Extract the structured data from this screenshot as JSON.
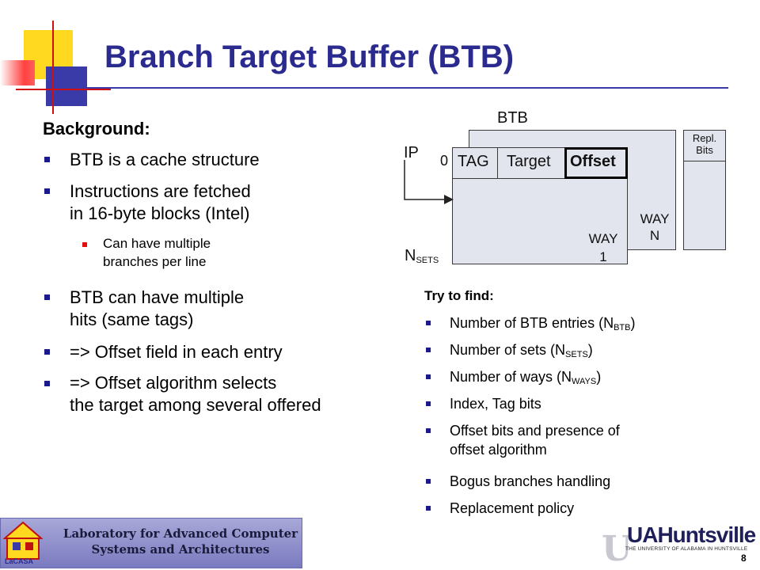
{
  "slide": {
    "title": "Branch Target Buffer (BTB)",
    "page_number": "8"
  },
  "left": {
    "heading": "Background:",
    "bullets": [
      [
        "BTB is a cache structure"
      ],
      [
        "Instructions are fetched",
        "in 16-byte blocks (Intel)"
      ],
      [
        "BTB can have multiple",
        "hits (same tags)"
      ],
      [
        "=> Offset field in each entry"
      ],
      [
        "=> Offset algorithm selects",
        "the target among several offered"
      ]
    ],
    "sub_bullet": [
      "Can have multiple",
      "branches per line"
    ]
  },
  "diagram": {
    "btb_label": "BTB",
    "ip_label": "IP",
    "row_index": "0",
    "fields": [
      "TAG",
      "Target",
      "Offset"
    ],
    "nsets_main": "N",
    "nsets_sub": "SETS",
    "way_label": "WAY",
    "way1_num": "1",
    "wayn_num": "N",
    "repl_line1": "Repl.",
    "repl_line2": "Bits"
  },
  "right": {
    "heading": "Try to find:",
    "items": [
      {
        "pre": "Number of BTB entries (N",
        "sub": "BTB",
        "post": ")"
      },
      {
        "pre": "Number of sets (N",
        "sub": "SETS",
        "post": ")"
      },
      {
        "pre": "Number of ways (N",
        "sub": "WAYS",
        "post": ")"
      },
      {
        "pre": "Index, Tag bits",
        "sub": "",
        "post": ""
      },
      {
        "pre": "Offset bits and presence of",
        "sub": "",
        "post": ""
      },
      {
        "pre": "offset algorithm",
        "sub": "",
        "post": ""
      },
      {
        "pre": "Bogus branches handling",
        "sub": "",
        "post": ""
      },
      {
        "pre": "Replacement policy",
        "sub": "",
        "post": ""
      }
    ]
  },
  "footer": {
    "lab_line1": "Laboratory for Advanced Computer",
    "lab_line2": "Systems and Architectures",
    "lab_logo_text": "LaCASA",
    "uah_brand": "UAHuntsville",
    "uah_subtitle": "THE UNIVERSITY OF ALABAMA IN HUNTSVILLE"
  },
  "colors": {
    "title": "#2b2b8f",
    "bullet": "#1a1a8a",
    "sub_bullet": "#e01010",
    "diagram_fill": "#e3e5ee"
  }
}
